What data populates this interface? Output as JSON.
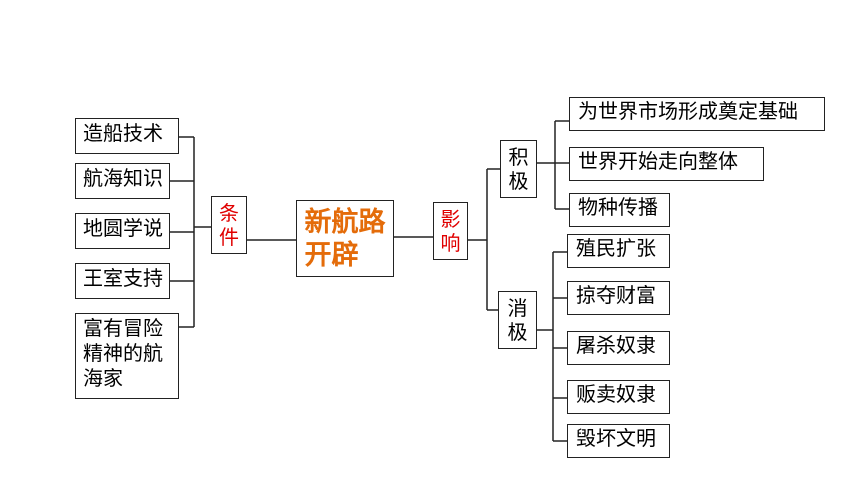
{
  "center": {
    "line1": "新航路",
    "line2": "开辟"
  },
  "conditions": {
    "label": [
      "条",
      "件"
    ],
    "items": [
      "造船技术",
      "航海知识",
      "地圆学说",
      "王室支持",
      "富有冒险\n精神的航\n海家"
    ]
  },
  "impact": {
    "label": [
      "影",
      "响"
    ],
    "positive": {
      "label": [
        "积",
        "极"
      ],
      "items": [
        "为世界市场形成奠定基础",
        "世界开始走向整体",
        "物种传播"
      ]
    },
    "negative": {
      "label": [
        "消",
        "极"
      ],
      "items": [
        "殖民扩张",
        "掠夺财富",
        "屠杀奴隶",
        "贩卖奴隶",
        "毁坏文明"
      ]
    }
  }
}
